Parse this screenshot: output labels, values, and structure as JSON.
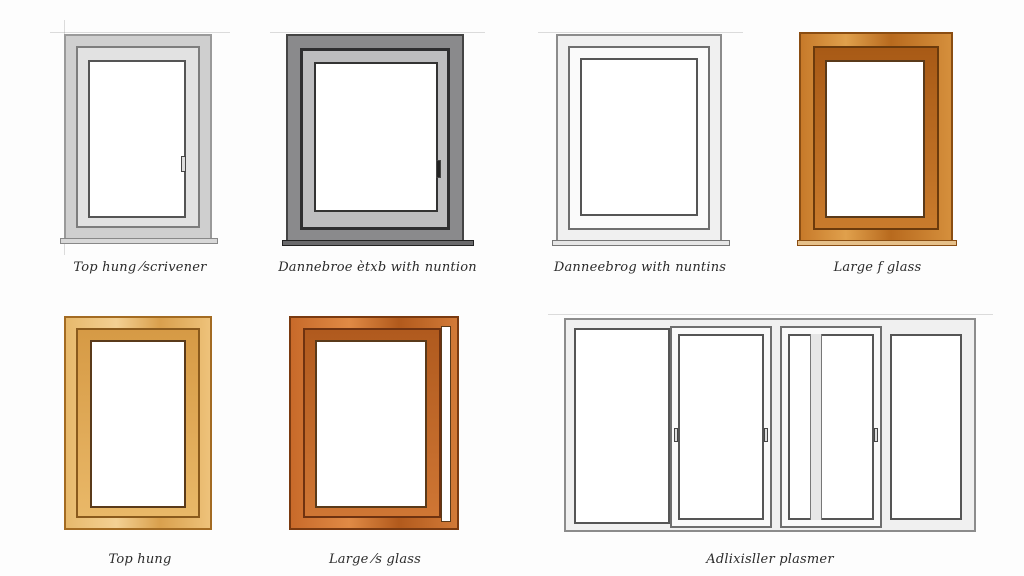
{
  "diagram": {
    "title": "",
    "windows": [
      {
        "id": "w1",
        "label": "Top hung ⁄scrivener",
        "material": "grey aluminium",
        "colors": {
          "frame": "#cfcfcf",
          "edge": "#7d7d7d"
        }
      },
      {
        "id": "w2",
        "label": "Dannebroe ètxb with nuntion",
        "material": "dark anthracite",
        "colors": {
          "frame": "#8a8a8c",
          "edge": "#2e2e30"
        }
      },
      {
        "id": "w3",
        "label": "Danneebrog with nuntins",
        "material": "white pvc",
        "colors": {
          "frame": "#f0f0f0",
          "edge": "#6e6e6e"
        }
      },
      {
        "id": "w4",
        "label": "Large f glass",
        "material": "oak wood",
        "colors": {
          "frame": "#c77a2a",
          "edge": "#8a4d12"
        }
      },
      {
        "id": "w5",
        "label": "Top hung",
        "material": "pine wood",
        "colors": {
          "frame": "#e7b96c",
          "edge": "#a36b22"
        }
      },
      {
        "id": "w6",
        "label": "Large ⁄s glass",
        "material": "teak wood",
        "colors": {
          "frame": "#c86a2a",
          "edge": "#7a3a10"
        }
      },
      {
        "id": "w7",
        "label": "Adlixisller plasmer",
        "material": "white sliding",
        "colors": {
          "frame": "#f0f0f0",
          "edge": "#555555"
        }
      }
    ]
  }
}
